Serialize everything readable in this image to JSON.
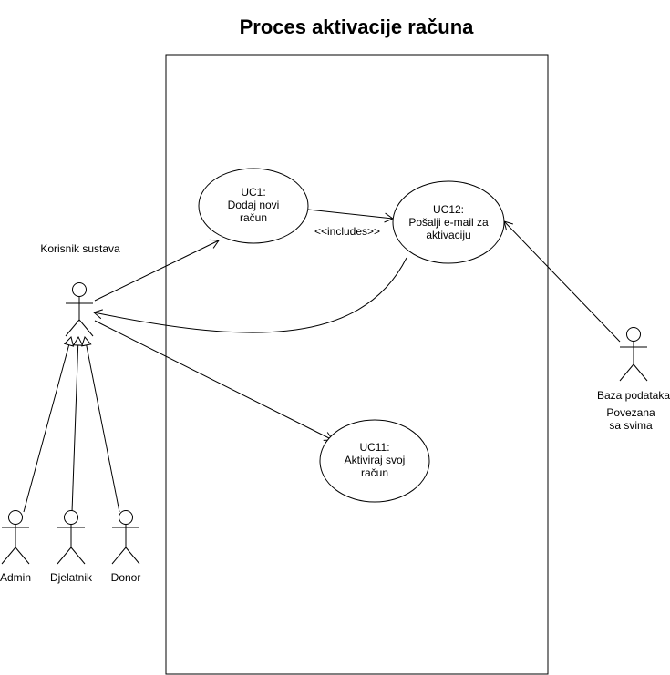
{
  "title": "Proces aktivacije računa",
  "actors": {
    "korisnik": {
      "label": "Korisnik sustava"
    },
    "admin": {
      "label": "Admin"
    },
    "djelatnik": {
      "label": "Djelatnik"
    },
    "donor": {
      "label": "Donor"
    },
    "baza": {
      "label": "Baza podataka",
      "note_line1": "Povezana",
      "note_line2": "sa svima"
    }
  },
  "use_cases": {
    "uc1": {
      "line1": "UC1:",
      "line2": "Dodaj novi",
      "line3": "račun"
    },
    "uc12": {
      "line1": "UC12:",
      "line2": "Pošalji e-mail za",
      "line3": "aktivaciju"
    },
    "uc11": {
      "line1": "UC11:",
      "line2": "Aktiviraj svoj",
      "line3": "račun"
    }
  },
  "relations": {
    "includes_label": "<<includes>>"
  }
}
